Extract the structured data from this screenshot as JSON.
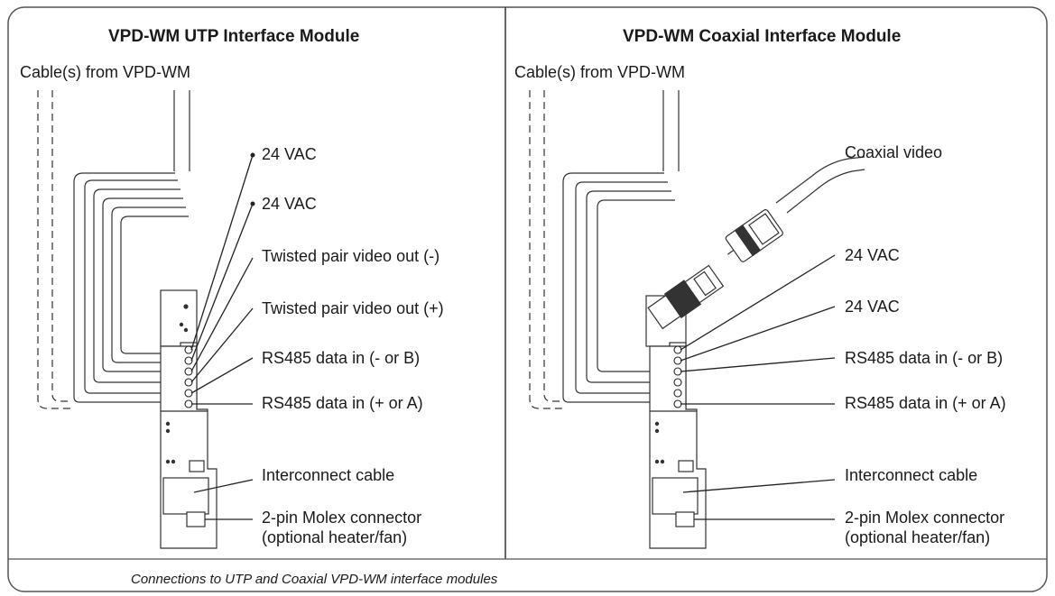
{
  "left_panel": {
    "title": "VPD-WM UTP Interface Module",
    "cable_label": "Cable(s) from VPD-WM",
    "labels": [
      "24 VAC",
      "24 VAC",
      "Twisted pair video out (-)",
      "Twisted pair video out (+)",
      "RS485 data in (- or B)",
      "RS485 data in (+ or A)",
      "Interconnect cable",
      "2-pin Molex connector",
      "(optional heater/fan)"
    ]
  },
  "right_panel": {
    "title": "VPD-WM Coaxial Interface Module",
    "cable_label": "Cable(s) from VPD-WM",
    "labels": [
      "Coaxial video",
      "24 VAC",
      "24 VAC",
      "RS485 data in (- or B)",
      "RS485 data in (+ or A)",
      "Interconnect cable",
      "2-pin Molex connector",
      "(optional heater/fan)"
    ]
  },
  "caption": "Connections to UTP and Coaxial VPD-WM interface modules"
}
